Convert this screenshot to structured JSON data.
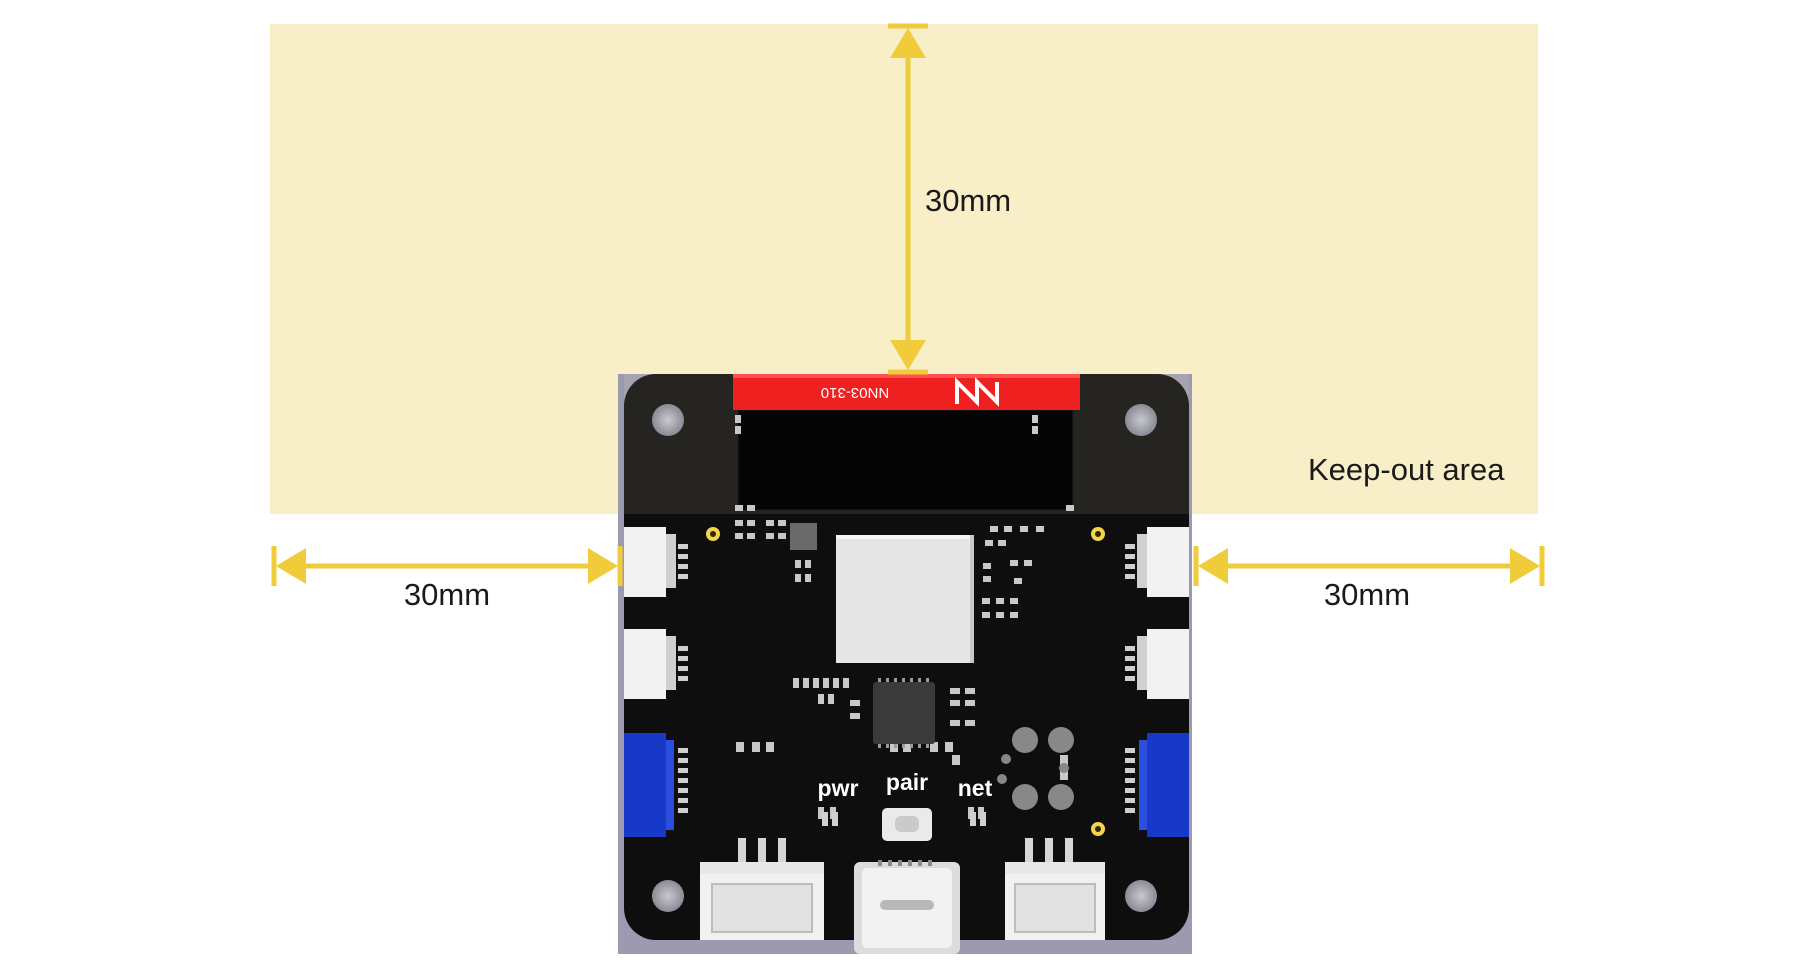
{
  "labels": {
    "top_dimension": "30mm",
    "left_dimension": "30mm",
    "right_dimension": "30mm",
    "keepout_area": "Keep-out area"
  },
  "board": {
    "antenna_part_number": "NN03-310",
    "led_labels": [
      "pwr",
      "pair",
      "net"
    ]
  },
  "colors": {
    "keepout_fill": "#f8eec8",
    "dimension_arrow": "#f0cc3a",
    "pcb": "#0d0d0d",
    "antenna": "#ee2020",
    "connector_blue": "#1838c8",
    "shield": "#e6e6e6"
  }
}
